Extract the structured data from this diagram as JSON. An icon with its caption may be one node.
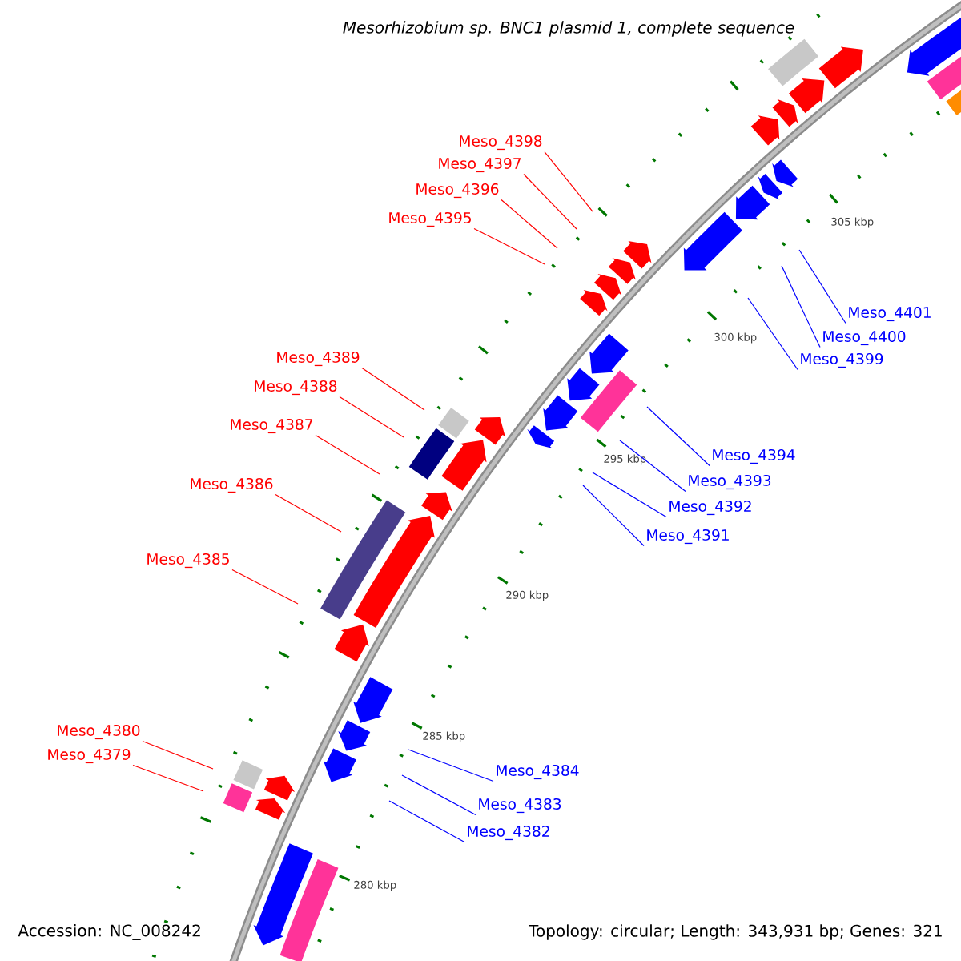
{
  "diagram": {
    "title": "Mesorhizobium sp. BNC1 plasmid 1, complete sequence",
    "nodes": [
      {
        "text": [
          "Meso_4398"
        ]
      },
      {
        "text": [
          "Meso_4397"
        ]
      },
      {
        "text": [
          "Meso_4396"
        ]
      },
      {
        "text": [
          "Meso_4395"
        ]
      },
      {
        "text": [
          "Meso_4401"
        ]
      },
      {
        "text": [
          "Meso_4400"
        ]
      },
      {
        "text": [
          "Meso_4399"
        ]
      },
      {
        "text": [
          "Meso_4389"
        ]
      },
      {
        "text": [
          "Meso_4388"
        ]
      },
      {
        "text": [
          "Meso_4387"
        ]
      },
      {
        "text": [
          "Meso_4394"
        ]
      },
      {
        "text": [
          "Meso_4393"
        ]
      },
      {
        "text": [
          "Meso_4386"
        ]
      },
      {
        "text": [
          "Meso_4392"
        ]
      },
      {
        "text": [
          "Meso_4391"
        ]
      },
      {
        "text": [
          "Meso_4385"
        ]
      },
      {
        "text": [
          "Meso_4380"
        ]
      },
      {
        "text": [
          "Meso_4379"
        ]
      },
      {
        "text": [
          "Meso_4384"
        ]
      },
      {
        "text": [
          "Meso_4383"
        ]
      },
      {
        "text": [
          "Meso_4382"
        ]
      }
    ],
    "edges": [
      {
        "from": 0,
        "to": null,
        "arrow": "none"
      },
      {
        "from": 1,
        "to": null,
        "arrow": "none"
      },
      {
        "from": 2,
        "to": null,
        "arrow": "none"
      },
      {
        "from": 3,
        "to": null,
        "arrow": "none"
      },
      {
        "from": 4,
        "to": null,
        "arrow": "none",
        "color": "#0000ff"
      },
      {
        "from": 5,
        "to": null,
        "arrow": "none",
        "color": "#0000ff"
      },
      {
        "from": 6,
        "to": null,
        "arrow": "none",
        "color": "#0000ff"
      },
      {
        "from": 7,
        "to": null,
        "arrow": "none"
      },
      {
        "from": 8,
        "to": null,
        "arrow": "none"
      },
      {
        "from": 9,
        "to": null,
        "arrow": "none"
      },
      {
        "from": 10,
        "to": null,
        "arrow": "none",
        "color": "#0000ff"
      },
      {
        "from": 11,
        "to": null,
        "arrow": "none",
        "color": "#0000ff"
      },
      {
        "from": 12,
        "to": null,
        "arrow": "none"
      },
      {
        "from": 13,
        "to": null,
        "arrow": "none",
        "color": "#0000ff"
      },
      {
        "from": 14,
        "to": null,
        "arrow": "none",
        "color": "#0000ff"
      },
      {
        "from": 15,
        "to": null,
        "arrow": "none"
      },
      {
        "from": 16,
        "to": null,
        "arrow": "none"
      },
      {
        "from": 17,
        "to": null,
        "arrow": "none"
      },
      {
        "from": 18,
        "to": null,
        "arrow": "none",
        "color": "#0000ff"
      },
      {
        "from": 19,
        "to": null,
        "arrow": "none",
        "color": "#0000ff"
      },
      {
        "from": 20,
        "to": null,
        "arrow": "none",
        "color": "#0000ff"
      }
    ],
    "labels": [
      "305 kbp",
      "300 kbp",
      "295 kbp",
      "290 kbp",
      "285 kbp",
      "280 kbp",
      "Accession: NC_008242",
      "Topology: circular; Length: 343,931 bp; Genes: 321"
    ]
  }
}
